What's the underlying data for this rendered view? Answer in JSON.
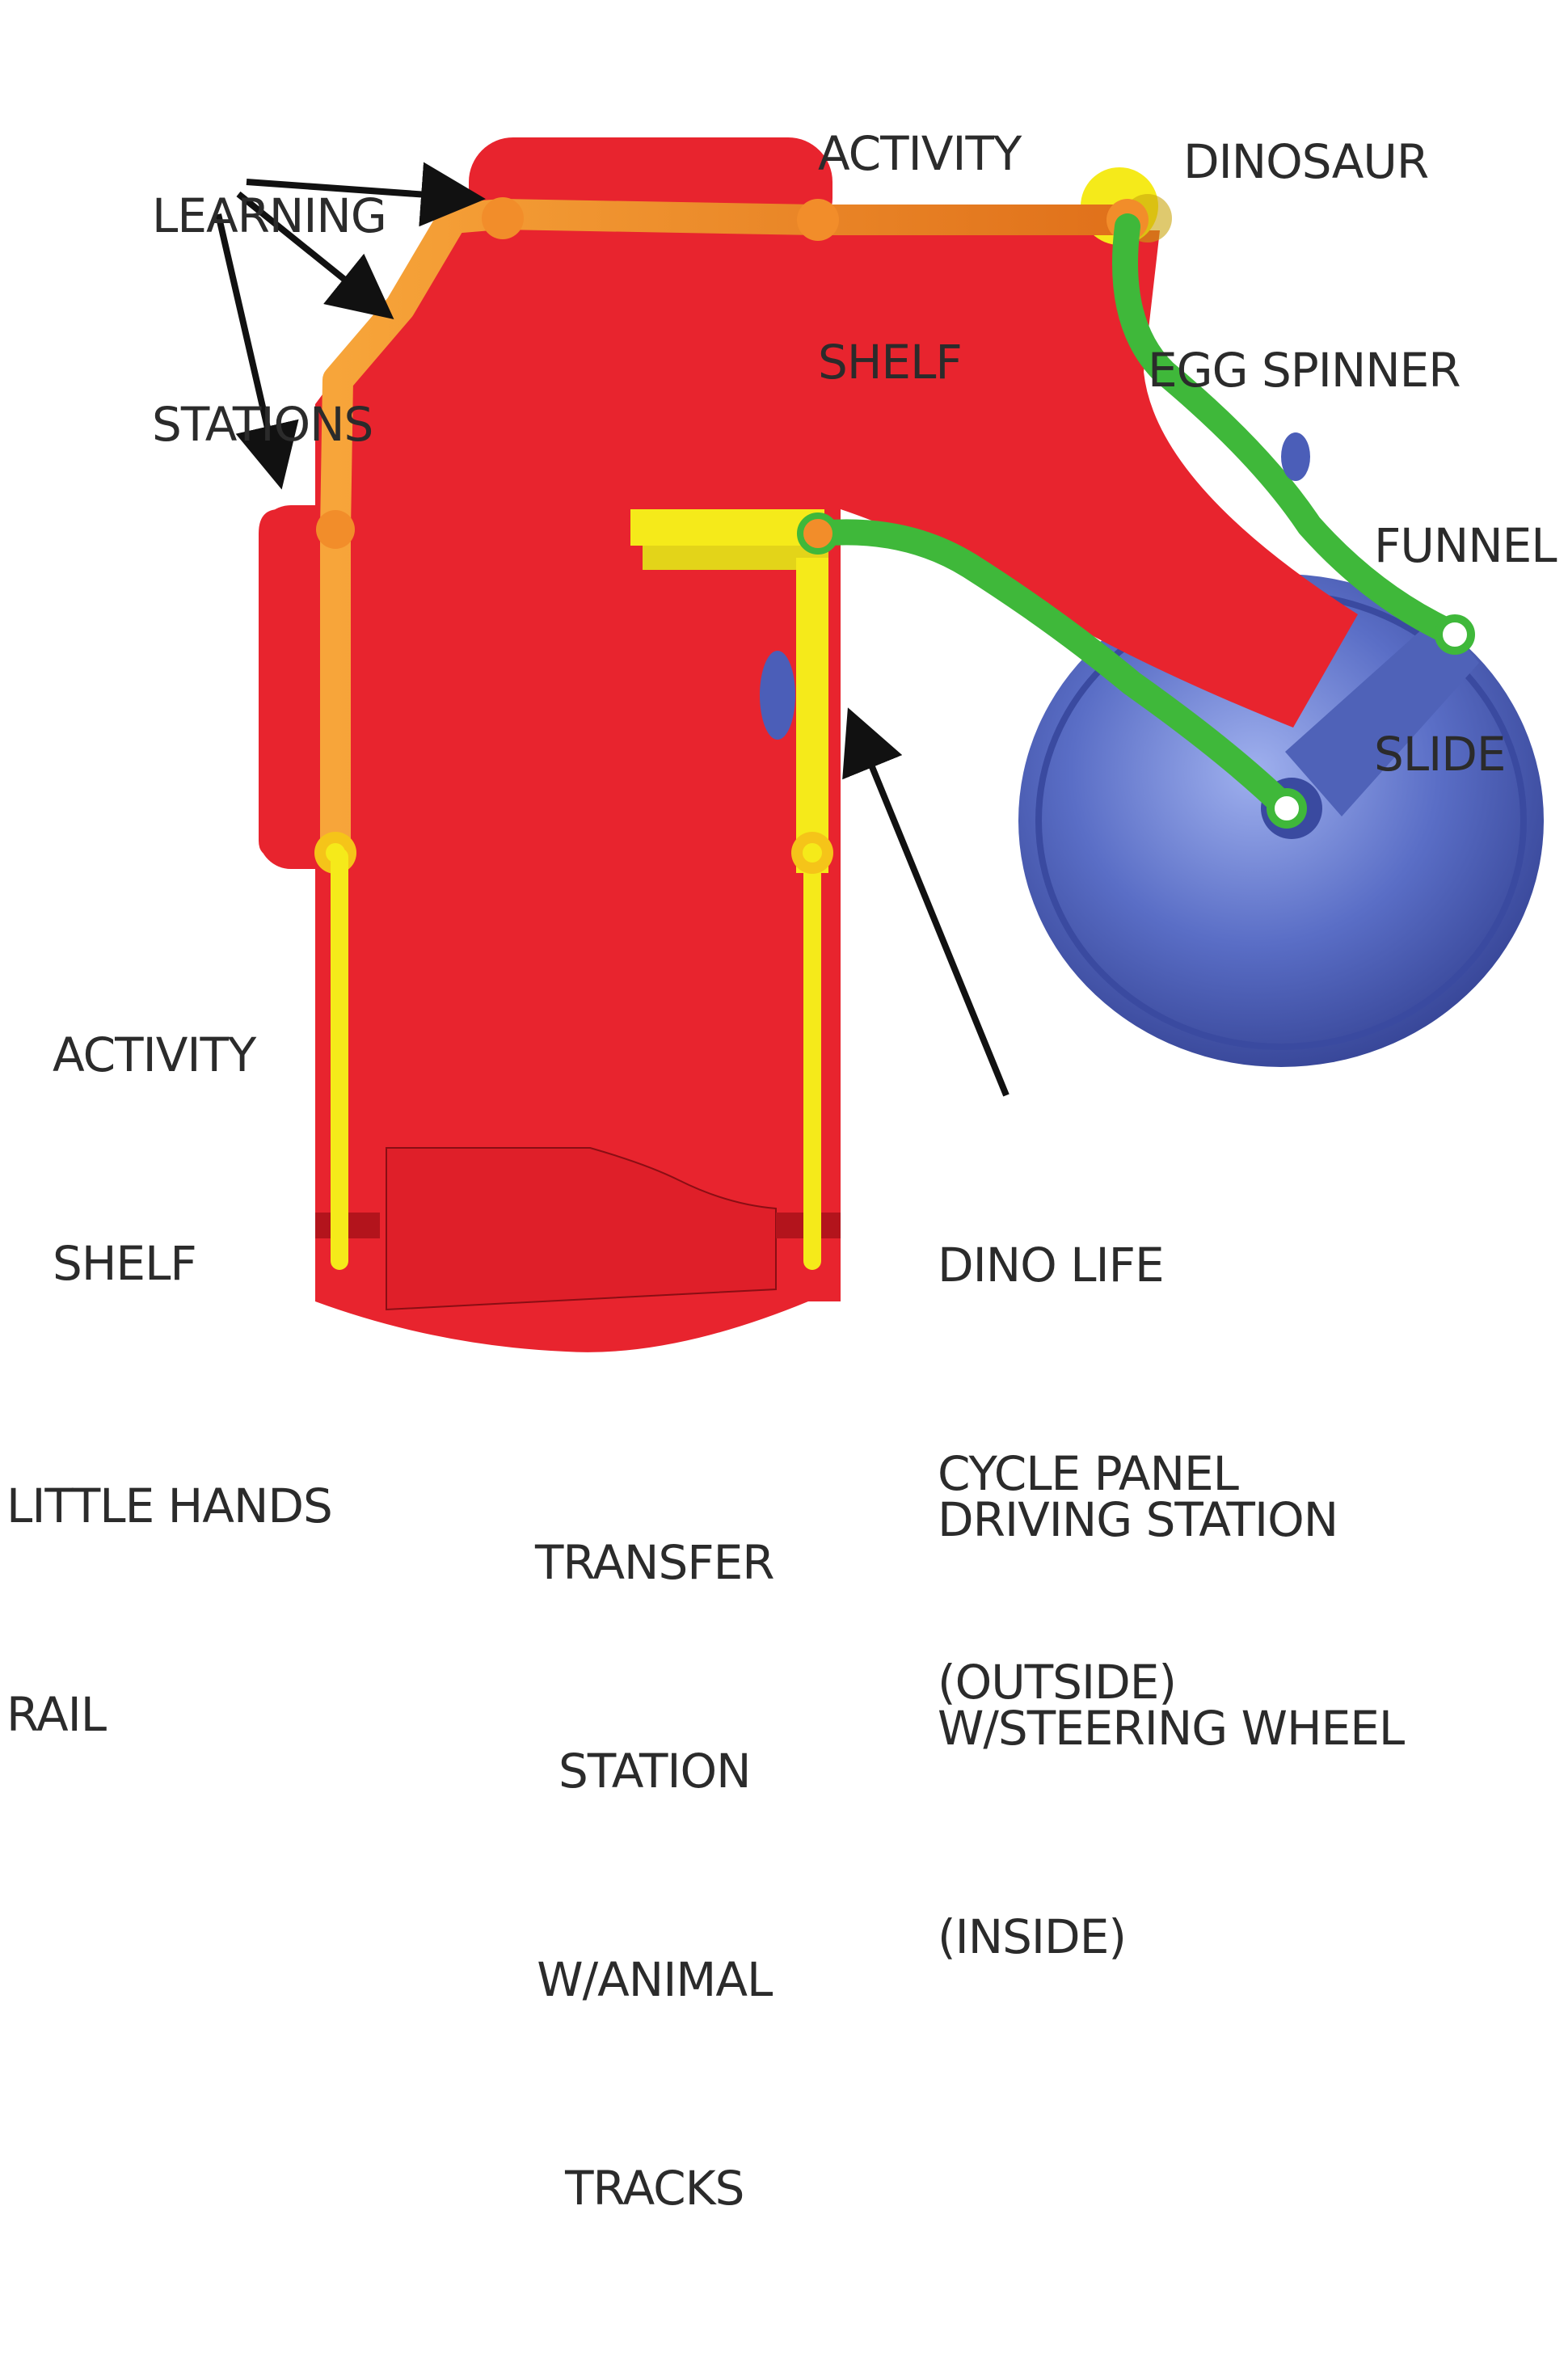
{
  "diagram": {
    "title": "",
    "labels": {
      "activity_shelf_top": [
        "ACTIVITY",
        "SHELF"
      ],
      "dinosaur_egg_spinner": [
        "DINOSAUR",
        "EGG SPINNER"
      ],
      "learning_stations": [
        "LEARNING",
        "STATIONS"
      ],
      "funnel_slide": [
        "FUNNEL",
        "SLIDE"
      ],
      "activity_shelf_left": [
        "ACTIVITY",
        "SHELF"
      ],
      "dino_life_cycle_panel": [
        "DINO LIFE",
        "CYCLE PANEL",
        "(OUTSIDE)"
      ],
      "little_hands_rail": [
        "LITTLE HANDS",
        "RAIL"
      ],
      "driving_station": [
        "DRIVING STATION",
        "W/STEERING WHEEL",
        "(INSIDE)"
      ],
      "transfer_station": [
        "TRANSFER",
        "STATION",
        "W/ANIMAL",
        "TRACKS"
      ]
    },
    "colors": {
      "deck": "#e8242e",
      "deck_dark": "#b3141c",
      "orange_rail": "#f08a22",
      "yellow_rail": "#f5ea1a",
      "green_slide": "#3fb83a",
      "funnel_blue": "#5a6ec6",
      "arrow": "#111111",
      "label_text": "#2b2b2b"
    }
  }
}
